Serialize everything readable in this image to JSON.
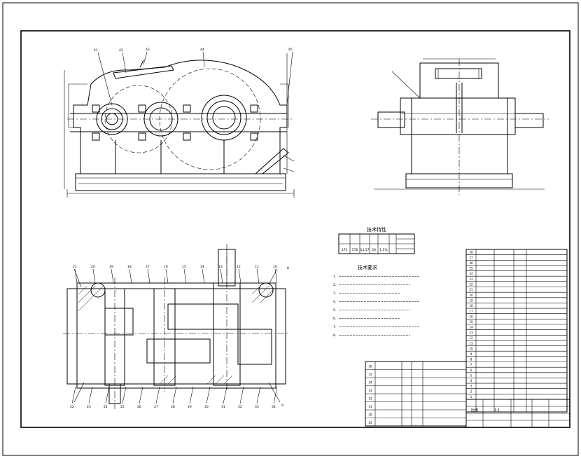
{
  "spec_table": {
    "title": "技术特性",
    "row": [
      "175",
      "576",
      "14.57",
      "50",
      "1.5%"
    ]
  },
  "requirements": {
    "title": "技术要求",
    "items": [
      "1.",
      "2.",
      "3.",
      "4.",
      "5.",
      "6.",
      "7.",
      "8."
    ]
  },
  "leader_numbers": {
    "front": [
      "41",
      "42",
      "43",
      "44",
      "45"
    ],
    "plan_top": [
      "21",
      "20",
      "19",
      "18",
      "17",
      "16",
      "15",
      "14",
      "13",
      "12",
      "11",
      "10"
    ],
    "plan_bottom": [
      "22",
      "23",
      "24",
      "25",
      "26",
      "27",
      "28",
      "29",
      "30",
      "31",
      "32",
      "33",
      "34"
    ],
    "plan_right": [
      "8",
      "9"
    ]
  },
  "bom_rows": [
    "28",
    "27",
    "26",
    "25",
    "24",
    "23",
    "22",
    "21",
    "20",
    "19",
    "18",
    "17",
    "16",
    "15",
    "14",
    "13",
    "12",
    "11",
    "10",
    "9",
    "8",
    "7",
    "6",
    "5",
    "4",
    "3",
    "2",
    "1"
  ],
  "bom_left_rows": [
    "36",
    "35",
    "34",
    "33",
    "32",
    "31",
    "30",
    "29"
  ],
  "title_block": {
    "scale_label": "比例",
    "scale_value": "1:1"
  }
}
